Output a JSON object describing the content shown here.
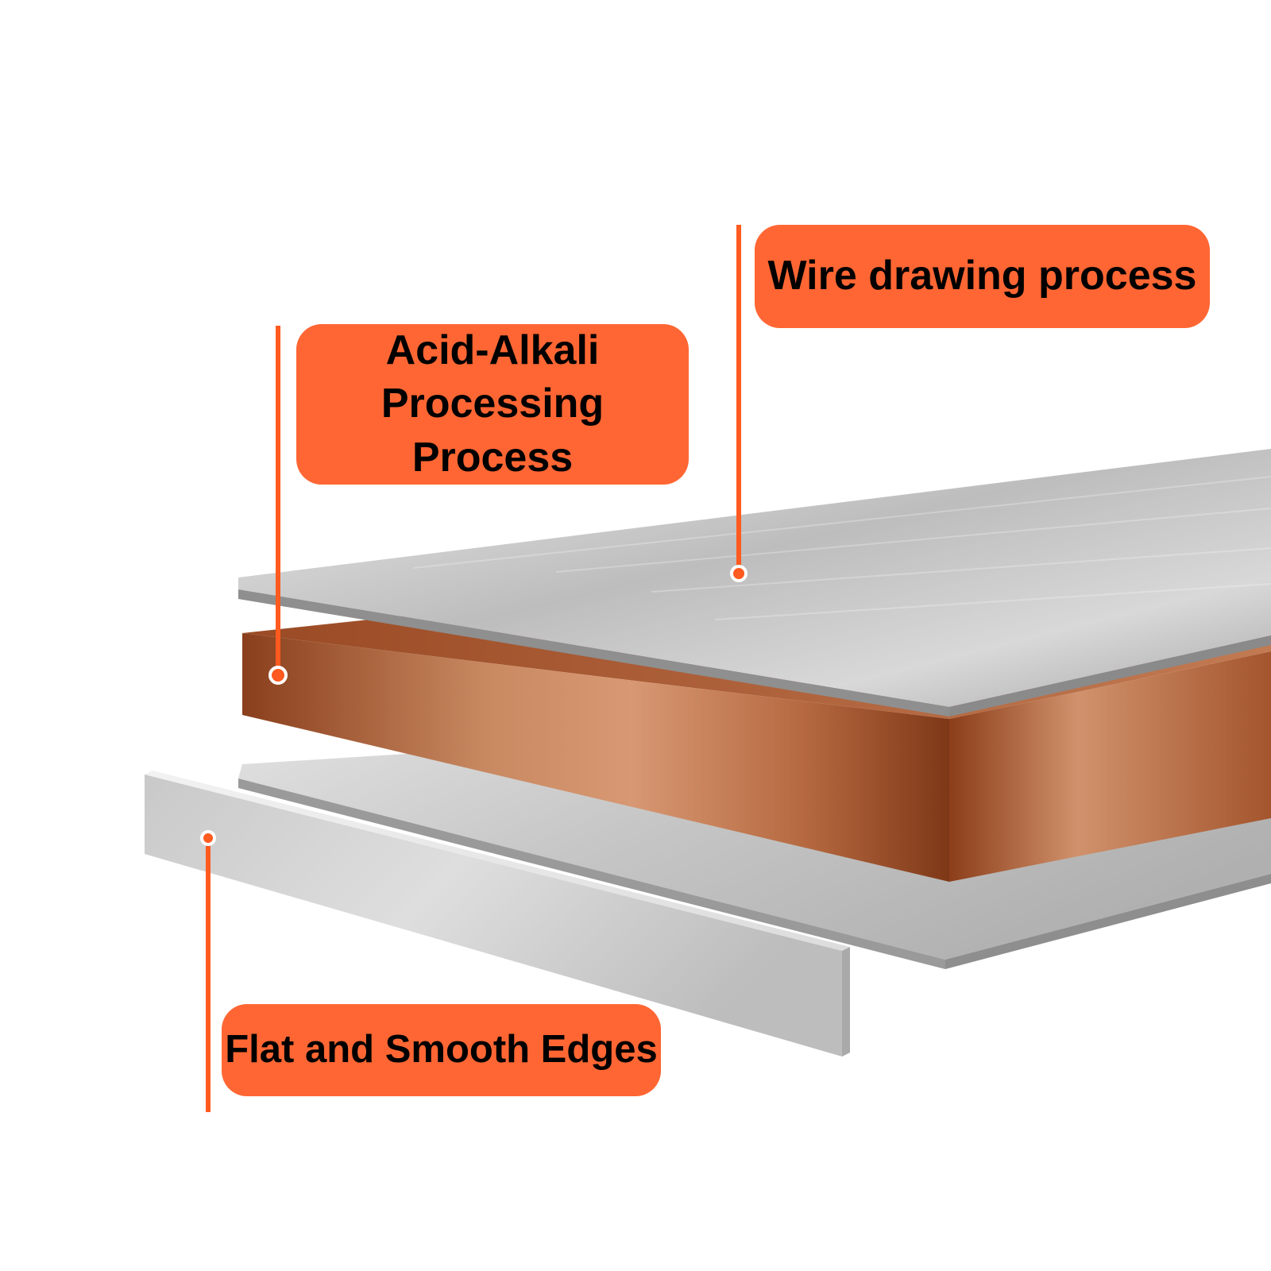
{
  "callouts": {
    "wire_drawing": "Wire drawing process",
    "acid_alkali_line1": "Acid-Alkali",
    "acid_alkali_line2": "Processing Process",
    "flat_edges": "Flat and Smooth Edges"
  },
  "colors": {
    "accent": "#ff6633",
    "copper": "#b8643a",
    "aluminum": "#c9c9c9",
    "text": "#000000"
  }
}
